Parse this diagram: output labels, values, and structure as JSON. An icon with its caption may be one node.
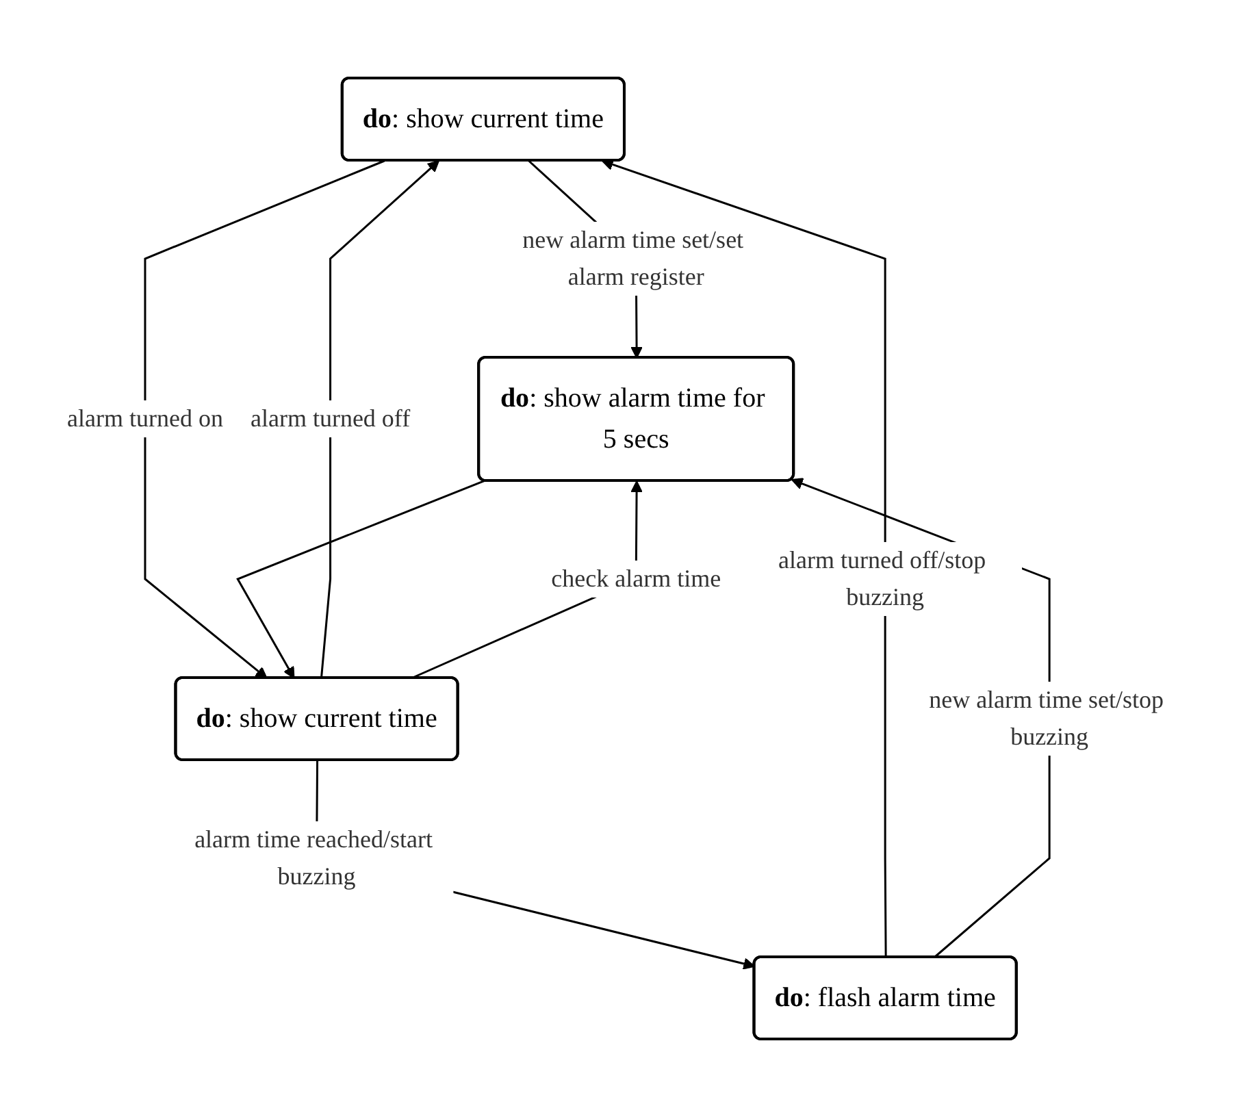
{
  "diagram": {
    "nodes": [
      {
        "text": [
          "**do**: show current time"
        ]
      },
      {
        "text": [
          "**do**: show alarm time for 5 secs"
        ]
      },
      {
        "text": [
          "**do**: flash alarm time"
        ]
      },
      {
        "text": [
          "**do**: show current time"
        ]
      }
    ],
    "edges": [
      {
        "from": 0,
        "to": 1,
        "arrow": "to",
        "label": "new alarm time set/set alarm register"
      },
      {
        "from": 0,
        "to": 3,
        "arrow": "to",
        "label": "alarm turned on"
      },
      {
        "from": 3,
        "to": 0,
        "arrow": "to",
        "label": "alarm turned off"
      },
      {
        "from": 2,
        "to": 0,
        "arrow": "to",
        "label": "alarm turned off/stop buzzing"
      },
      {
        "from": 2,
        "to": 1,
        "arrow": "to",
        "label": "new alarm time set/stop buzzing"
      },
      {
        "from": 1,
        "to": 3,
        "arrow": "to"
      },
      {
        "from": 3,
        "to": 1,
        "arrow": "to",
        "label": "check alarm time"
      },
      {
        "from": 3,
        "to": 2,
        "arrow": "to",
        "label": "alarm time reached/start buzzing"
      }
    ]
  }
}
